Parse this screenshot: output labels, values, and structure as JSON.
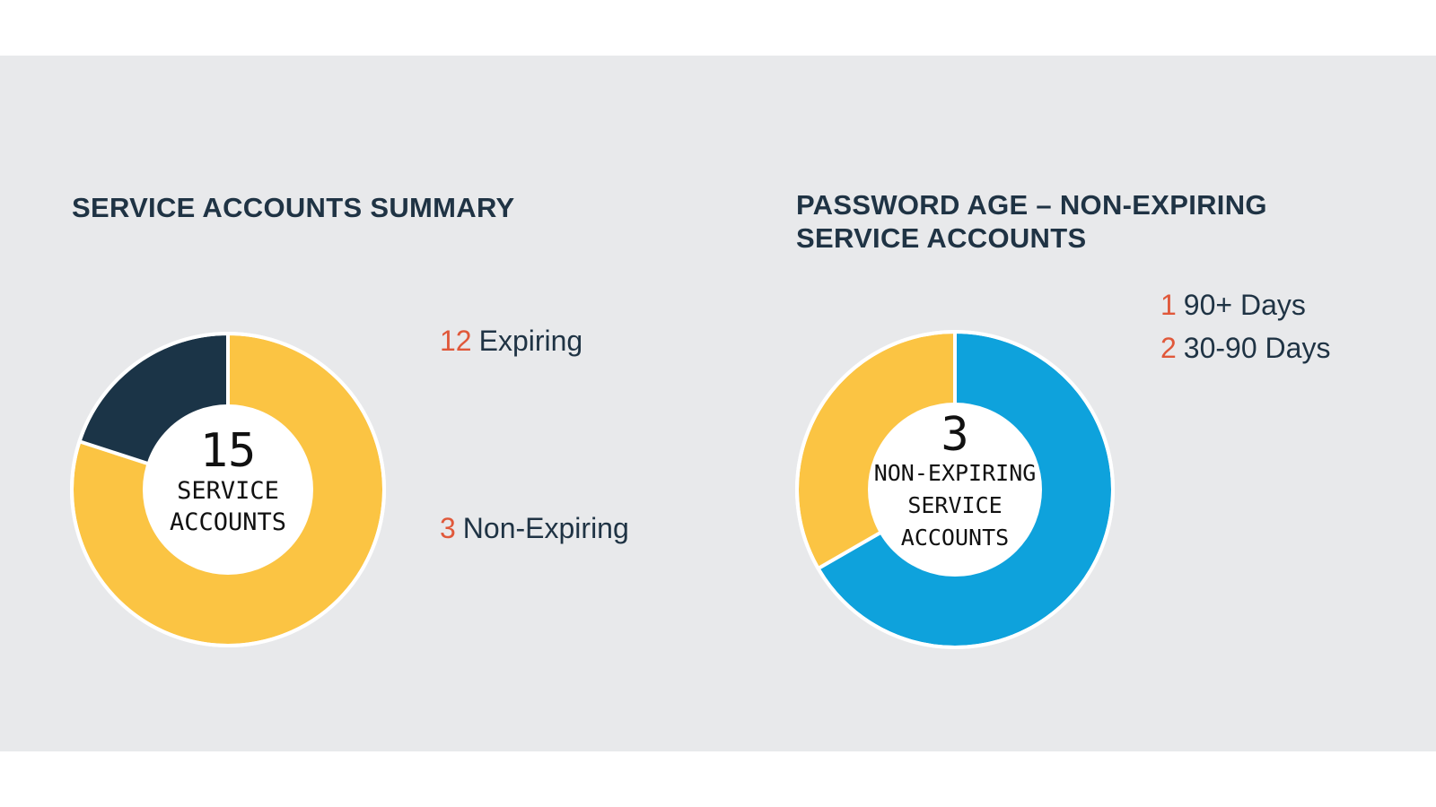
{
  "colors": {
    "band_bg": "#e8e9eb",
    "title": "#1f3344",
    "accent_number": "#e0583a",
    "yellow": "#fbc443",
    "navy": "#1b3447",
    "blue": "#0ea2dc",
    "center": "#ffffff"
  },
  "chart_data": [
    {
      "type": "pie",
      "title": "SERVICE ACCOUNTS SUMMARY",
      "donut": true,
      "center_number": "15",
      "center_lines": [
        "SERVICE",
        "ACCOUNTS"
      ],
      "slices": [
        {
          "label": "Expiring",
          "value": 12,
          "color": "#fbc443"
        },
        {
          "label": "Non-Expiring",
          "value": 3,
          "color": "#1b3447"
        }
      ],
      "legend": [
        {
          "number": "12",
          "label": "Expiring"
        },
        {
          "number": "3",
          "label": "Non-Expiring"
        }
      ]
    },
    {
      "type": "pie",
      "title_lines": [
        "PASSWORD AGE – NON-EXPIRING",
        "SERVICE ACCOUNTS"
      ],
      "donut": true,
      "center_number": "3",
      "center_lines": [
        "NON-EXPIRING",
        "SERVICE",
        "ACCOUNTS"
      ],
      "slices": [
        {
          "label": "30-90 Days",
          "value": 2,
          "color": "#0ea2dc"
        },
        {
          "label": "90+ Days",
          "value": 1,
          "color": "#fbc443"
        }
      ],
      "legend": [
        {
          "number": "1",
          "label": "90+ Days"
        },
        {
          "number": "2",
          "label": "30-90 Days"
        }
      ]
    }
  ]
}
